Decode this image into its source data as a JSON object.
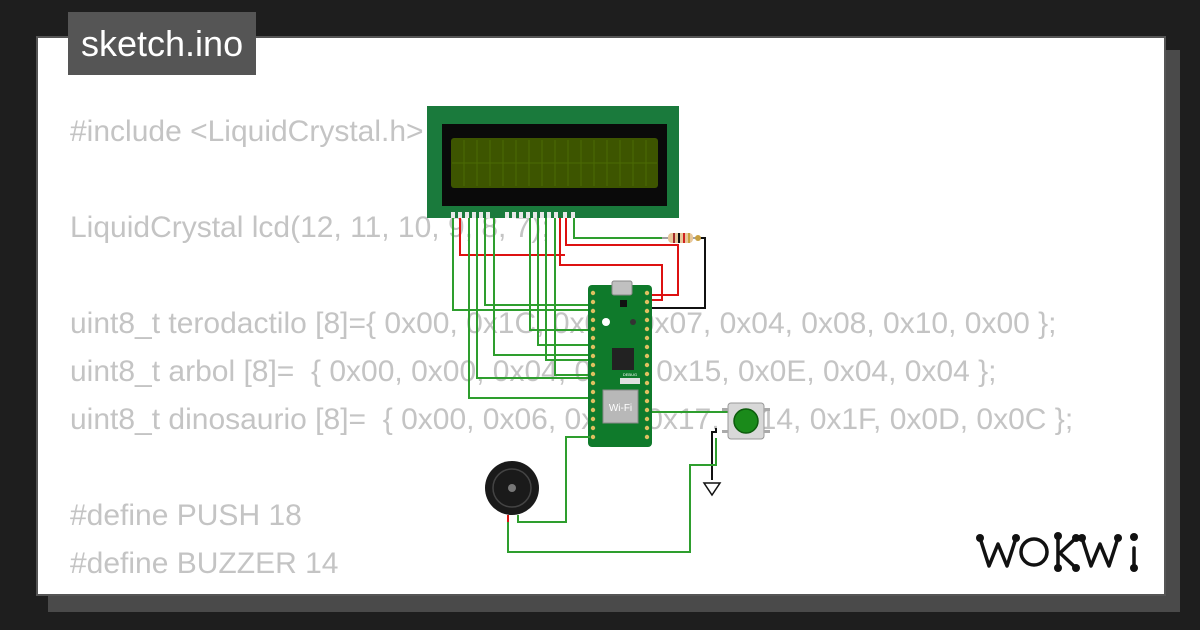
{
  "title": "sketch.ino",
  "brand": "WOKWI",
  "code_lines": [
    "#include <LiquidCrystal.h>",
    "",
    "LiquidCrystal lcd(12, 11, 10, 9, 8, 7);",
    "",
    "uint8_t terodactilo [8]={ 0x00, 0x1C, 0x0B, 0x07, 0x04, 0x08, 0x10, 0x00 };",
    "uint8_t arbol [8]=  { 0x00, 0x00, 0x04, 0x15, 0x15, 0x0E, 0x04, 0x04 };",
    "uint8_t dinosaurio [8]=  { 0x00, 0x06, 0x05, 0x17, 0x14, 0x1F, 0x0D, 0x0C };",
    "",
    "#define PUSH 18",
    "#define BUZZER 14"
  ],
  "pico_board": {
    "wifi_label": "Wi-Fi",
    "debug_label": "DEBUG"
  },
  "colors": {
    "background": "#1e1e1e",
    "card": "#ffffff",
    "tab": "#555555",
    "code_text": "#c4c4c4",
    "lcd_pcb": "#1a7a3c",
    "lcd_screen": "#3d5500",
    "pico_pcb": "#0f7a2b",
    "wire_green": "#2e9e2e",
    "wire_red": "#dd1111",
    "wire_black": "#111111",
    "button_cap": "#1a8a1a"
  },
  "icons": {
    "ground": "ground-symbol-icon",
    "buzzer": "buzzer-icon",
    "resistor": "resistor-icon"
  }
}
